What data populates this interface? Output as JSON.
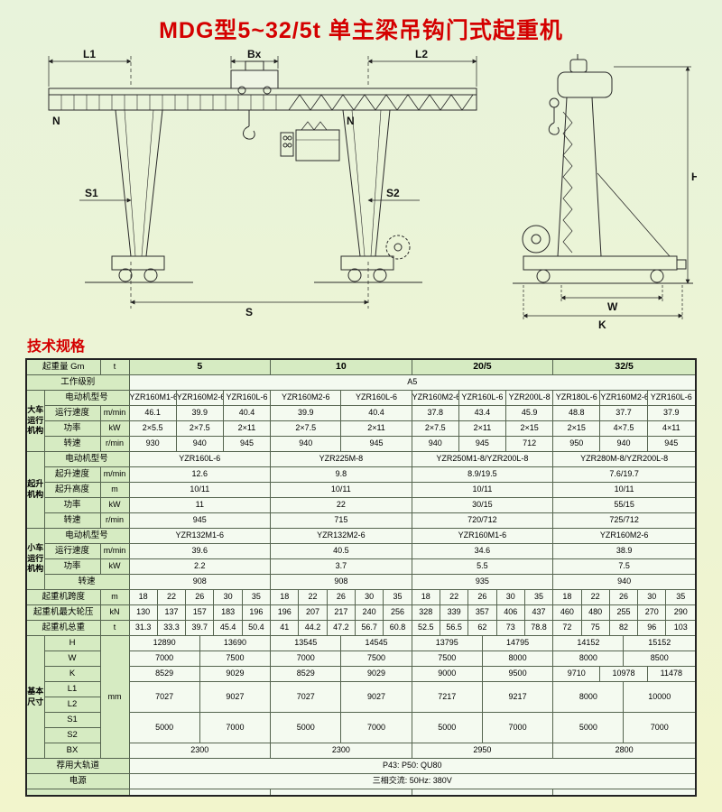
{
  "page": {
    "title": "MDG型5~32/5t 单主梁吊钩门式起重机",
    "section_heading": "技术规格"
  },
  "drawing": {
    "labels": {
      "l1": "L1",
      "bx": "Bx",
      "l2": "L2",
      "s1": "S1",
      "s2": "S2",
      "s": "S",
      "n": "N",
      "h": "H",
      "w": "W",
      "k": "K"
    }
  },
  "table": {
    "rows": [
      {
        "cells": [
          {
            "t": "起重量 Gm",
            "c": 2,
            "k": "l"
          },
          {
            "t": "t",
            "k": "u"
          },
          {
            "t": "5",
            "c": 30,
            "k": "h"
          },
          {
            "t": "10",
            "c": 30,
            "k": "h"
          },
          {
            "t": "20/5",
            "c": 30,
            "k": "h"
          },
          {
            "t": "32/5",
            "c": 30,
            "k": "h"
          }
        ]
      },
      {
        "cells": [
          {
            "t": "工作级别",
            "c": 3,
            "k": "l"
          },
          {
            "t": "A5",
            "c": 120,
            "k": "v"
          }
        ]
      },
      {
        "cells": [
          {
            "t": "大车运行机构",
            "r": 4,
            "k": "g"
          },
          {
            "t": "电动机型号",
            "c": 2,
            "k": "l"
          },
          {
            "t": "YZR160M1-6",
            "c": 10
          },
          {
            "t": "YZR160M2-6",
            "c": 10
          },
          {
            "t": "YZR160L-6",
            "c": 10
          },
          {
            "t": "YZR160M2-6",
            "c": 15
          },
          {
            "t": "YZR160L-6",
            "c": 15
          },
          {
            "t": "YZR160M2-6",
            "c": 10
          },
          {
            "t": "YZR160L-6",
            "c": 10
          },
          {
            "t": "YZR200L-8",
            "c": 10
          },
          {
            "t": "YZR180L-6",
            "c": 10
          },
          {
            "t": "YZR160M2-6",
            "c": 10
          },
          {
            "t": "YZR160L-6",
            "c": 10
          }
        ]
      },
      {
        "cells": [
          {
            "t": "运行速度",
            "k": "l"
          },
          {
            "t": "m/min",
            "k": "u"
          },
          {
            "t": "46.1",
            "c": 10
          },
          {
            "t": "39.9",
            "c": 10
          },
          {
            "t": "40.4",
            "c": 10
          },
          {
            "t": "39.9",
            "c": 15
          },
          {
            "t": "40.4",
            "c": 15
          },
          {
            "t": "37.8",
            "c": 10
          },
          {
            "t": "43.4",
            "c": 10
          },
          {
            "t": "45.9",
            "c": 10
          },
          {
            "t": "48.8",
            "c": 10
          },
          {
            "t": "37.7",
            "c": 10
          },
          {
            "t": "37.9",
            "c": 10
          }
        ]
      },
      {
        "cells": [
          {
            "t": "功率",
            "k": "l"
          },
          {
            "t": "kW",
            "k": "u"
          },
          {
            "t": "2×5.5",
            "c": 10
          },
          {
            "t": "2×7.5",
            "c": 10
          },
          {
            "t": "2×11",
            "c": 10
          },
          {
            "t": "2×7.5",
            "c": 15
          },
          {
            "t": "2×11",
            "c": 15
          },
          {
            "t": "2×7.5",
            "c": 10
          },
          {
            "t": "2×11",
            "c": 10
          },
          {
            "t": "2×15",
            "c": 10
          },
          {
            "t": "2×15",
            "c": 10
          },
          {
            "t": "4×7.5",
            "c": 10
          },
          {
            "t": "4×11",
            "c": 10
          }
        ]
      },
      {
        "cells": [
          {
            "t": "转速",
            "k": "l"
          },
          {
            "t": "r/min",
            "k": "u"
          },
          {
            "t": "930",
            "c": 10
          },
          {
            "t": "940",
            "c": 10
          },
          {
            "t": "945",
            "c": 10
          },
          {
            "t": "940",
            "c": 15
          },
          {
            "t": "945",
            "c": 15
          },
          {
            "t": "940",
            "c": 10
          },
          {
            "t": "945",
            "c": 10
          },
          {
            "t": "712",
            "c": 10
          },
          {
            "t": "950",
            "c": 10
          },
          {
            "t": "940",
            "c": 10
          },
          {
            "t": "945",
            "c": 10
          }
        ]
      },
      {
        "cells": [
          {
            "t": "起升机构",
            "r": 5,
            "k": "g"
          },
          {
            "t": "电动机型号",
            "c": 2,
            "k": "l"
          },
          {
            "t": "YZR160L-6",
            "c": 30
          },
          {
            "t": "YZR225M-8",
            "c": 30
          },
          {
            "t": "YZR250M1-8/YZR200L-8",
            "c": 30
          },
          {
            "t": "YZR280M-8/YZR200L-8",
            "c": 30
          }
        ]
      },
      {
        "cells": [
          {
            "t": "起升速度",
            "k": "l"
          },
          {
            "t": "m/min",
            "k": "u"
          },
          {
            "t": "12.6",
            "c": 30
          },
          {
            "t": "9.8",
            "c": 30
          },
          {
            "t": "8.9/19.5",
            "c": 30
          },
          {
            "t": "7.6/19.7",
            "c": 30
          }
        ]
      },
      {
        "cells": [
          {
            "t": "起升高度",
            "k": "l"
          },
          {
            "t": "m",
            "k": "u"
          },
          {
            "t": "10/11",
            "c": 30
          },
          {
            "t": "10/11",
            "c": 30
          },
          {
            "t": "10/11",
            "c": 30
          },
          {
            "t": "10/11",
            "c": 30
          }
        ]
      },
      {
        "cells": [
          {
            "t": "功率",
            "k": "l"
          },
          {
            "t": "kW",
            "k": "u"
          },
          {
            "t": "11",
            "c": 30
          },
          {
            "t": "22",
            "c": 30
          },
          {
            "t": "30/15",
            "c": 30
          },
          {
            "t": "55/15",
            "c": 30
          }
        ]
      },
      {
        "cells": [
          {
            "t": "转速",
            "k": "l"
          },
          {
            "t": "r/min",
            "k": "u"
          },
          {
            "t": "945",
            "c": 30
          },
          {
            "t": "715",
            "c": 30
          },
          {
            "t": "720/712",
            "c": 30
          },
          {
            "t": "725/712",
            "c": 30
          }
        ]
      },
      {
        "cells": [
          {
            "t": "小车运行机构",
            "r": 4,
            "k": "g"
          },
          {
            "t": "电动机型号",
            "c": 2,
            "k": "l"
          },
          {
            "t": "YZR132M1-6",
            "c": 30
          },
          {
            "t": "YZR132M2-6",
            "c": 30
          },
          {
            "t": "YZR160M1-6",
            "c": 30
          },
          {
            "t": "YZR160M2-6",
            "c": 30
          }
        ]
      },
      {
        "cells": [
          {
            "t": "运行速度",
            "k": "l"
          },
          {
            "t": "m/min",
            "k": "u"
          },
          {
            "t": "39.6",
            "c": 30
          },
          {
            "t": "40.5",
            "c": 30
          },
          {
            "t": "34.6",
            "c": 30
          },
          {
            "t": "38.9",
            "c": 30
          }
        ]
      },
      {
        "cells": [
          {
            "t": "功率",
            "k": "l"
          },
          {
            "t": "kW",
            "k": "u"
          },
          {
            "t": "2.2",
            "c": 30
          },
          {
            "t": "3.7",
            "c": 30
          },
          {
            "t": "5.5",
            "c": 30
          },
          {
            "t": "7.5",
            "c": 30
          }
        ]
      },
      {
        "cells": [
          {
            "t": "转速",
            "c": 2,
            "k": "l"
          },
          {
            "t": "908",
            "c": 30
          },
          {
            "t": "908",
            "c": 30
          },
          {
            "t": "935",
            "c": 30
          },
          {
            "t": "940",
            "c": 30
          }
        ]
      },
      {
        "cells": [
          {
            "t": "起重机跨度",
            "c": 2,
            "k": "l"
          },
          {
            "t": "m",
            "k": "u"
          },
          {
            "t": "18",
            "c": 6
          },
          {
            "t": "22",
            "c": 6
          },
          {
            "t": "26",
            "c": 6
          },
          {
            "t": "30",
            "c": 6
          },
          {
            "t": "35",
            "c": 6
          },
          {
            "t": "18",
            "c": 6
          },
          {
            "t": "22",
            "c": 6
          },
          {
            "t": "26",
            "c": 6
          },
          {
            "t": "30",
            "c": 6
          },
          {
            "t": "35",
            "c": 6
          },
          {
            "t": "18",
            "c": 6
          },
          {
            "t": "22",
            "c": 6
          },
          {
            "t": "26",
            "c": 6
          },
          {
            "t": "30",
            "c": 6
          },
          {
            "t": "35",
            "c": 6
          },
          {
            "t": "18",
            "c": 6
          },
          {
            "t": "22",
            "c": 6
          },
          {
            "t": "26",
            "c": 6
          },
          {
            "t": "30",
            "c": 6
          },
          {
            "t": "35",
            "c": 6
          }
        ]
      },
      {
        "cells": [
          {
            "t": "起重机最大轮压",
            "c": 2,
            "k": "l"
          },
          {
            "t": "kN",
            "k": "u"
          },
          {
            "t": "130",
            "c": 6
          },
          {
            "t": "137",
            "c": 6
          },
          {
            "t": "157",
            "c": 6
          },
          {
            "t": "183",
            "c": 6
          },
          {
            "t": "196",
            "c": 6
          },
          {
            "t": "196",
            "c": 6
          },
          {
            "t": "207",
            "c": 6
          },
          {
            "t": "217",
            "c": 6
          },
          {
            "t": "240",
            "c": 6
          },
          {
            "t": "256",
            "c": 6
          },
          {
            "t": "328",
            "c": 6
          },
          {
            "t": "339",
            "c": 6
          },
          {
            "t": "357",
            "c": 6
          },
          {
            "t": "406",
            "c": 6
          },
          {
            "t": "437",
            "c": 6
          },
          {
            "t": "460",
            "c": 6
          },
          {
            "t": "480",
            "c": 6
          },
          {
            "t": "255",
            "c": 6
          },
          {
            "t": "270",
            "c": 6
          },
          {
            "t": "290",
            "c": 6
          }
        ]
      },
      {
        "cells": [
          {
            "t": "起重机总重",
            "c": 2,
            "k": "l"
          },
          {
            "t": "t",
            "k": "u"
          },
          {
            "t": "31.3",
            "c": 6
          },
          {
            "t": "33.3",
            "c": 6
          },
          {
            "t": "39.7",
            "c": 6
          },
          {
            "t": "45.4",
            "c": 6
          },
          {
            "t": "50.4",
            "c": 6
          },
          {
            "t": "41",
            "c": 6
          },
          {
            "t": "44.2",
            "c": 6
          },
          {
            "t": "47.2",
            "c": 6
          },
          {
            "t": "56.7",
            "c": 6
          },
          {
            "t": "60.8",
            "c": 6
          },
          {
            "t": "52.5",
            "c": 6
          },
          {
            "t": "56.5",
            "c": 6
          },
          {
            "t": "62",
            "c": 6
          },
          {
            "t": "73",
            "c": 6
          },
          {
            "t": "78.8",
            "c": 6
          },
          {
            "t": "72",
            "c": 6
          },
          {
            "t": "75",
            "c": 6
          },
          {
            "t": "82",
            "c": 6
          },
          {
            "t": "96",
            "c": 6
          },
          {
            "t": "103",
            "c": 6
          }
        ]
      },
      {
        "cells": [
          {
            "t": "基本尺寸",
            "r": 8,
            "k": "g"
          },
          {
            "t": "H",
            "k": "l"
          },
          {
            "t": "mm",
            "r": 8,
            "k": "u"
          },
          {
            "t": "12890",
            "c": 15
          },
          {
            "t": "13690",
            "c": 15
          },
          {
            "t": "13545",
            "c": 15
          },
          {
            "t": "14545",
            "c": 15
          },
          {
            "t": "13795",
            "c": 15
          },
          {
            "t": "14795",
            "c": 15
          },
          {
            "t": "14152",
            "c": 15
          },
          {
            "t": "15152",
            "c": 15
          }
        ]
      },
      {
        "cells": [
          {
            "t": "W",
            "k": "l"
          },
          {
            "t": "7000",
            "c": 15
          },
          {
            "t": "7500",
            "c": 15
          },
          {
            "t": "7000",
            "c": 15
          },
          {
            "t": "7500",
            "c": 15
          },
          {
            "t": "7500",
            "c": 15
          },
          {
            "t": "8000",
            "c": 15
          },
          {
            "t": "8000",
            "c": 15
          },
          {
            "t": "8500",
            "c": 15
          }
        ]
      },
      {
        "cells": [
          {
            "t": "K",
            "k": "l"
          },
          {
            "t": "8529",
            "c": 15
          },
          {
            "t": "9029",
            "c": 15
          },
          {
            "t": "8529",
            "c": 15
          },
          {
            "t": "9029",
            "c": 15
          },
          {
            "t": "9000",
            "c": 15
          },
          {
            "t": "9500",
            "c": 15
          },
          {
            "t": "9710",
            "c": 10
          },
          {
            "t": "10978",
            "c": 10
          },
          {
            "t": "11478",
            "c": 10
          }
        ]
      },
      {
        "cells": [
          {
            "t": "L1",
            "k": "l"
          },
          {
            "t": "7027",
            "c": 15,
            "r": 2
          },
          {
            "t": "9027",
            "c": 15,
            "r": 2
          },
          {
            "t": "7027",
            "c": 15,
            "r": 2
          },
          {
            "t": "9027",
            "c": 15,
            "r": 2
          },
          {
            "t": "7217",
            "c": 15,
            "r": 2
          },
          {
            "t": "9217",
            "c": 15,
            "r": 2
          },
          {
            "t": "8000",
            "c": 15,
            "r": 2
          },
          {
            "t": "10000",
            "c": 15,
            "r": 2
          }
        ]
      },
      {
        "cells": [
          {
            "t": "L2",
            "k": "l"
          }
        ]
      },
      {
        "cells": [
          {
            "t": "S1",
            "k": "l"
          },
          {
            "t": "5000",
            "c": 15,
            "r": 2
          },
          {
            "t": "7000",
            "c": 15,
            "r": 2
          },
          {
            "t": "5000",
            "c": 15,
            "r": 2
          },
          {
            "t": "7000",
            "c": 15,
            "r": 2
          },
          {
            "t": "5000",
            "c": 15,
            "r": 2
          },
          {
            "t": "7000",
            "c": 15,
            "r": 2
          },
          {
            "t": "5000",
            "c": 15,
            "r": 2
          },
          {
            "t": "7000",
            "c": 15,
            "r": 2
          }
        ]
      },
      {
        "cells": [
          {
            "t": "S2",
            "k": "l"
          }
        ]
      },
      {
        "cells": [
          {
            "t": "BX",
            "k": "l"
          },
          {
            "t": "2300",
            "c": 30
          },
          {
            "t": "2300",
            "c": 30
          },
          {
            "t": "2950",
            "c": 30
          },
          {
            "t": "2800",
            "c": 30
          }
        ]
      },
      {
        "cells": [
          {
            "t": "荐用大轨道",
            "c": 3,
            "k": "l"
          },
          {
            "t": "P43:  P50:  QU80",
            "c": 120,
            "k": "v"
          }
        ]
      },
      {
        "cells": [
          {
            "t": "电源",
            "c": 3,
            "k": "l"
          },
          {
            "t": "三相交流: 50Hz:  380V",
            "c": 120,
            "k": "v"
          }
        ]
      },
      {
        "h": 6,
        "cells": [
          {
            "t": "",
            "c": 3,
            "k": "l"
          },
          {
            "t": "",
            "c": 30
          },
          {
            "t": "",
            "c": 30
          },
          {
            "t": "",
            "c": 30
          },
          {
            "t": "",
            "c": 30
          }
        ]
      }
    ]
  }
}
